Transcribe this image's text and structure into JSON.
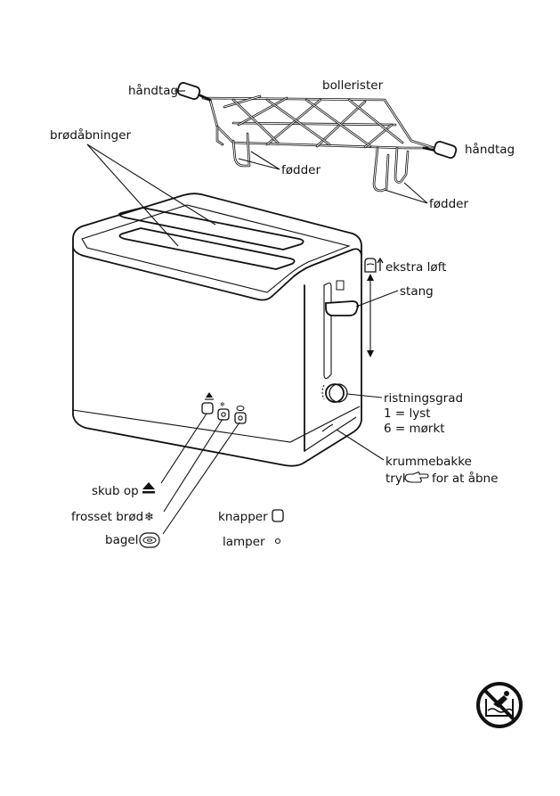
{
  "labels": {
    "handle_left": "håndtag",
    "bun_rack": "bollerister",
    "handle_right": "håndtag",
    "feet_left": "fødder",
    "feet_right": "fødder",
    "bread_slots": "brødåbninger",
    "extra_lift": "ekstra løft",
    "lever": "stang",
    "browning": "ristningsgrad",
    "browning_light": "1 = lyst",
    "browning_dark": "6 = mørkt",
    "crumb_tray": "krummebakke",
    "crumb_press": "tryk",
    "crumb_open": "for at åbne",
    "eject": "skub op",
    "frozen": "frosset brød",
    "bagel": "bagel",
    "buttons": "knapper",
    "lamps": "lamper"
  },
  "icons": [
    "eject-icon",
    "snowflake-icon",
    "bagel-icon",
    "button-icon",
    "lamp-icon",
    "pointing-hand-icon",
    "bread-lift-icon",
    "no-water-immersion-icon"
  ]
}
